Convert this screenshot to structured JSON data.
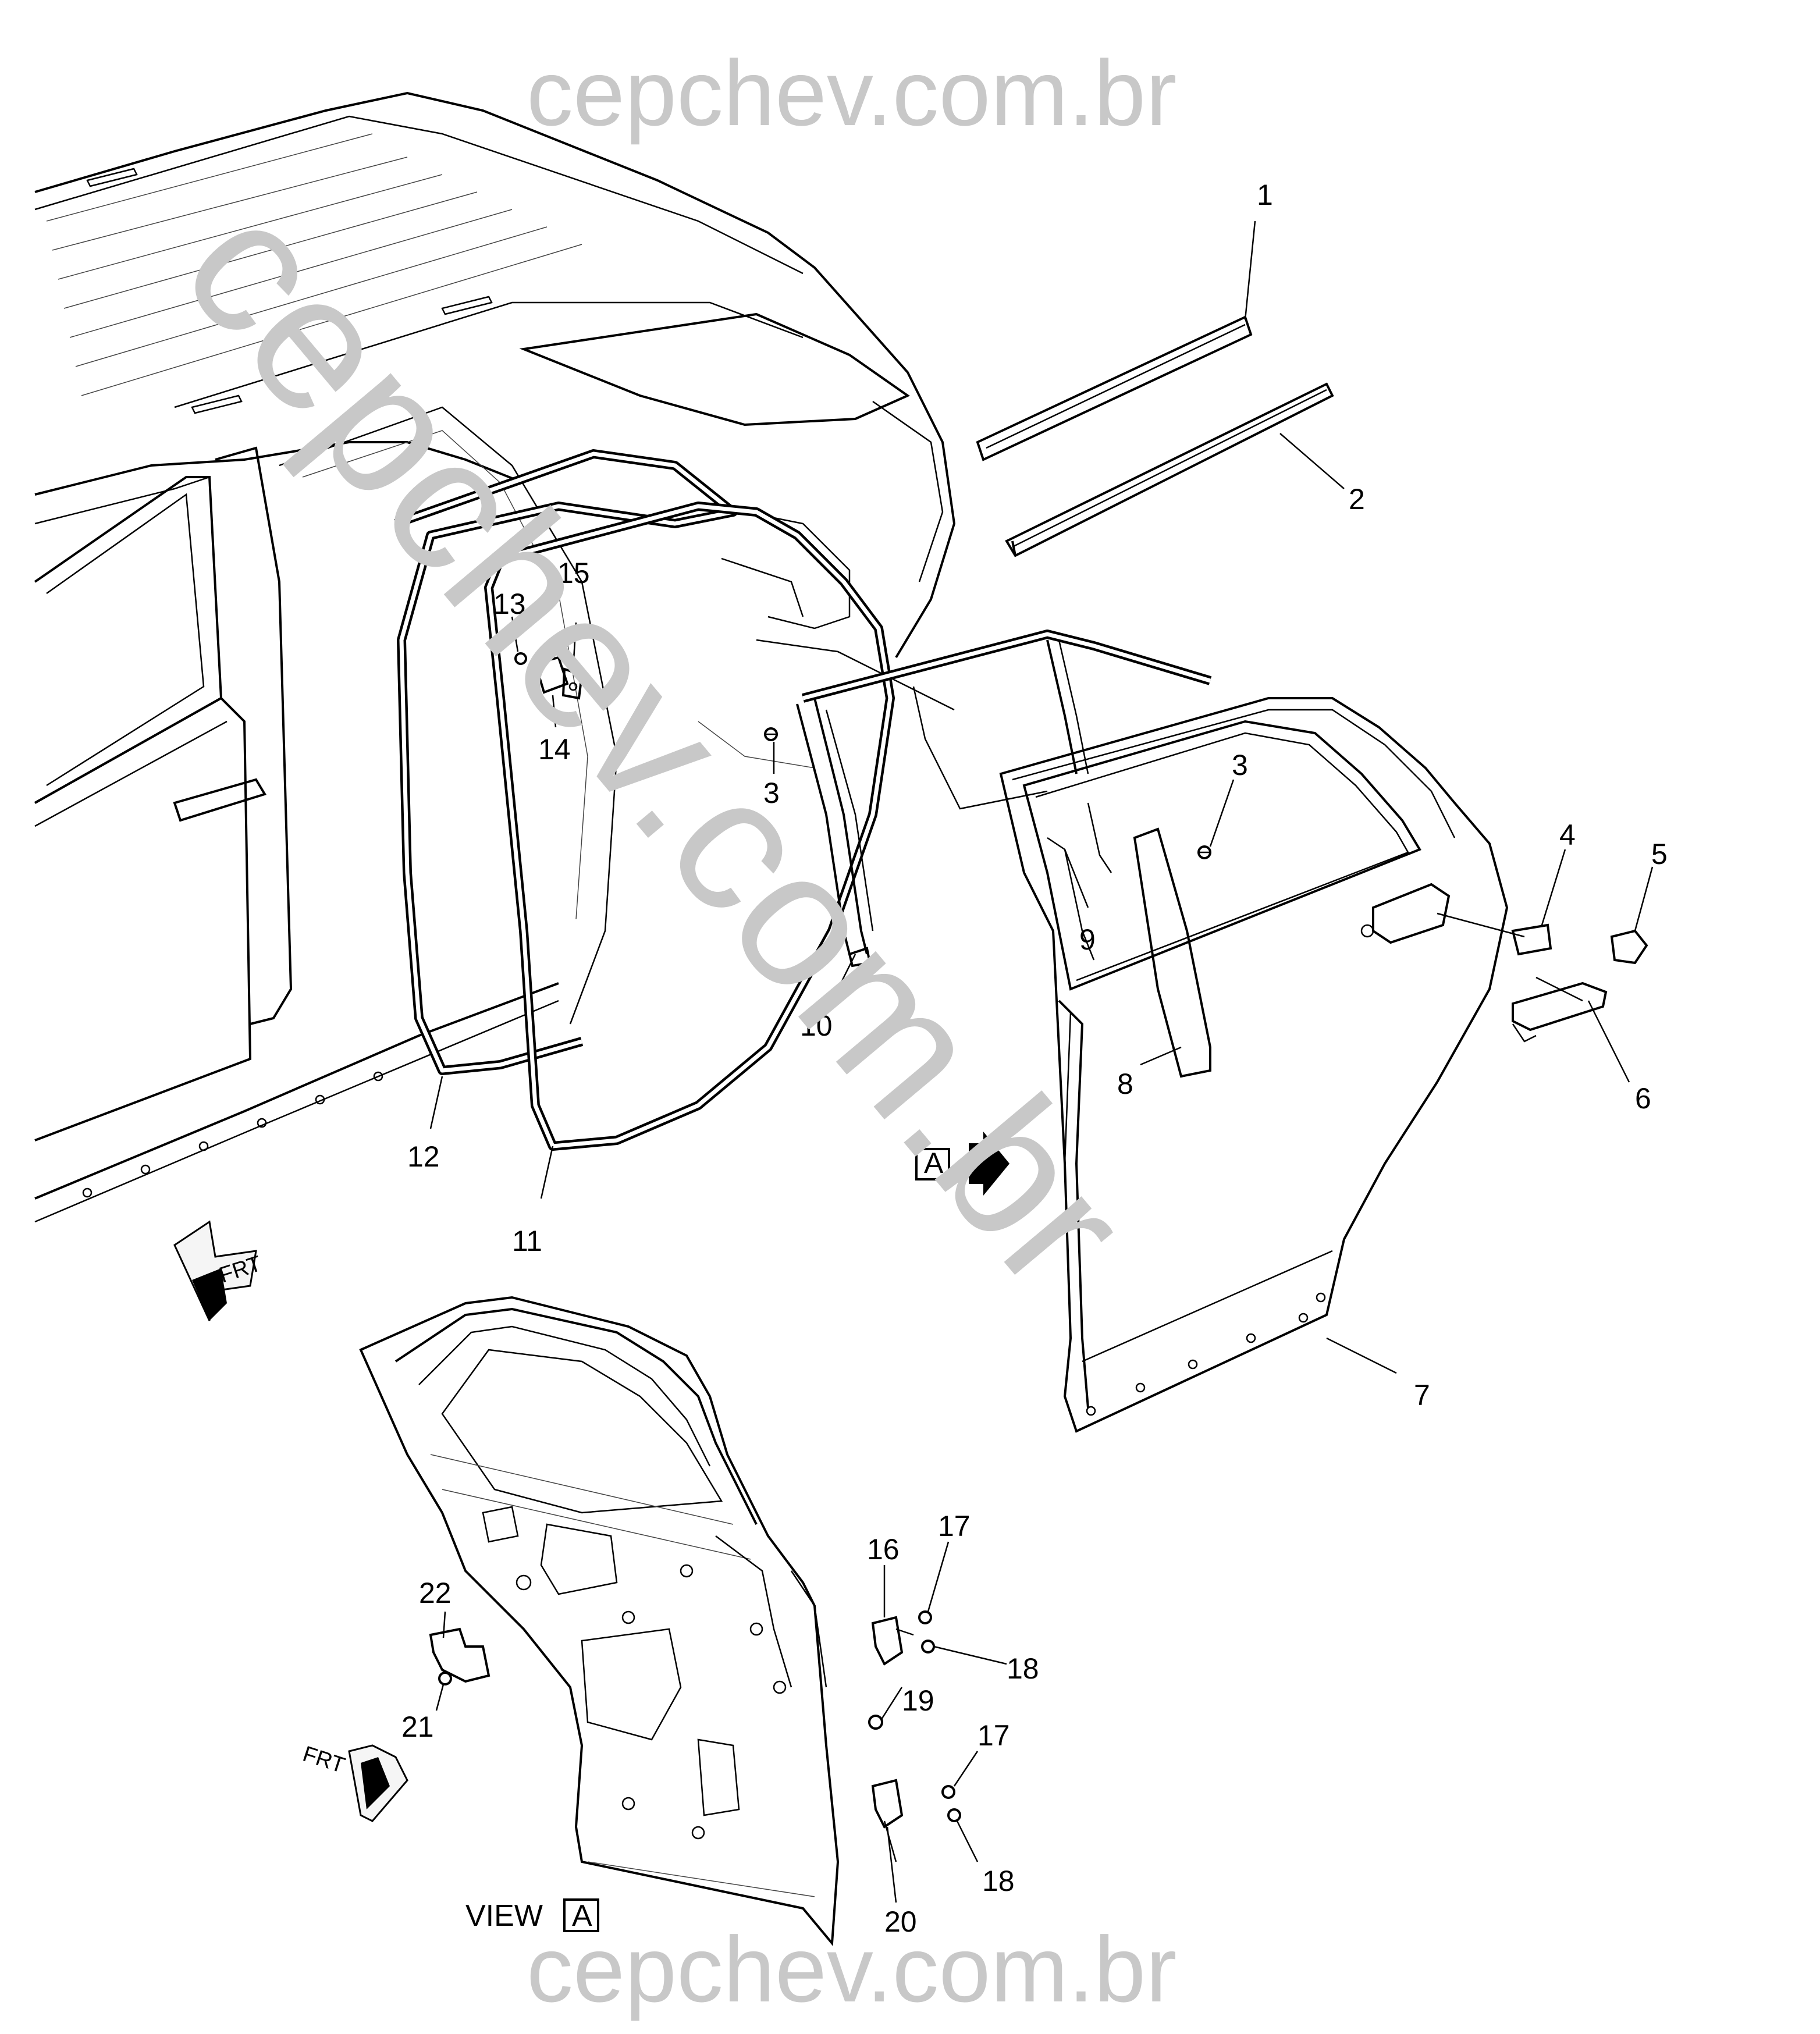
{
  "watermark": {
    "top": "cepchev.com.br",
    "diagonal": "cepchev.com.br",
    "bottom": "cepchev.com.br",
    "color": "#c8c8c8"
  },
  "callouts": {
    "c1": "1",
    "c2": "2",
    "c3a": "3",
    "c3b": "3",
    "c4": "4",
    "c5": "5",
    "c6": "6",
    "c7": "7",
    "c8": "8",
    "c9": "9",
    "c10": "10",
    "c11": "11",
    "c12": "12",
    "c13": "13",
    "c14": "14",
    "c15": "15",
    "c16": "16",
    "c17a": "17",
    "c17b": "17",
    "c18a": "18",
    "c18b": "18",
    "c19": "19",
    "c20": "20",
    "c21": "21",
    "c22": "22"
  },
  "view_marker": {
    "letter": "A"
  },
  "view_label": {
    "prefix": "VIEW",
    "letter": "A"
  },
  "frt_arrows": {
    "upper": "FRT",
    "lower": "FRT"
  },
  "icons": [
    "front-direction-arrow-icon",
    "view-a-arrow-icon"
  ]
}
